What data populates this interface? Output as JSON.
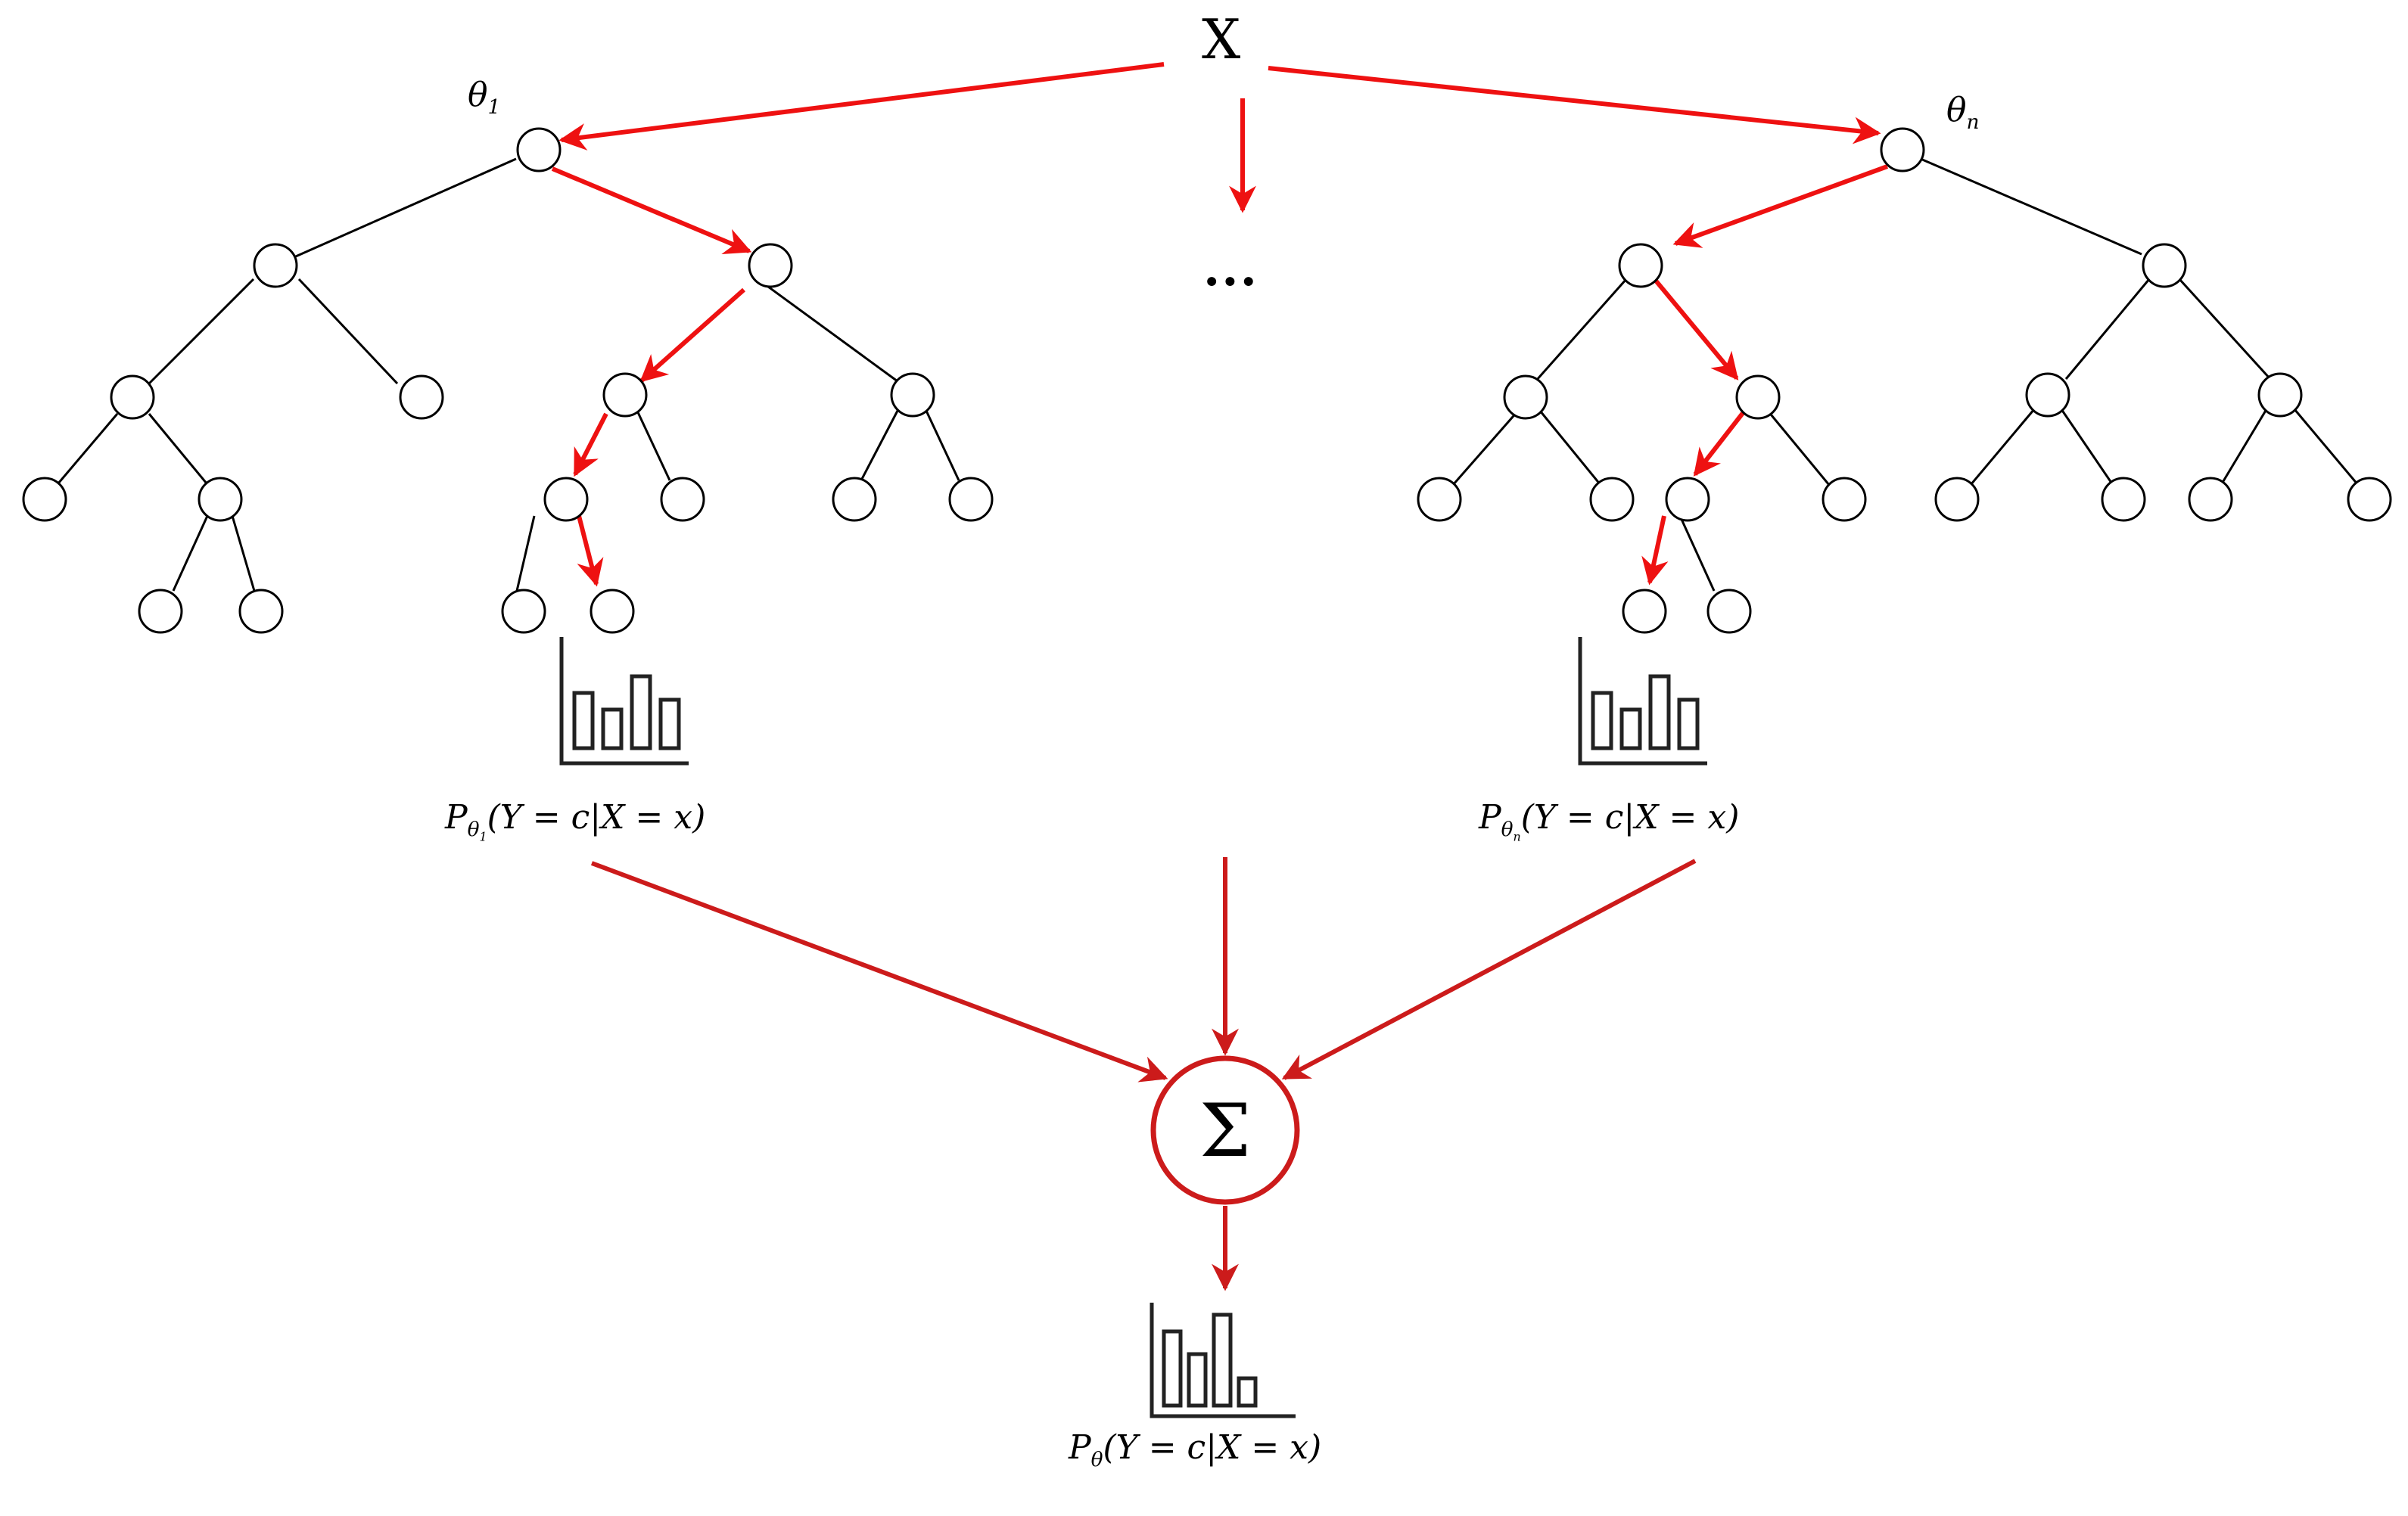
{
  "input_label": "X",
  "ellipsis": "...",
  "tree_first": {
    "param_sym": "θ",
    "param_sub": "1"
  },
  "tree_last": {
    "param_sym": "θ",
    "param_sub": "n"
  },
  "tree_first_output": {
    "prefix": "P",
    "param_sym": "θ",
    "param_sub": "1",
    "expr": "(Y = c|X = x)"
  },
  "tree_last_output": {
    "prefix": "P",
    "param_sym": "θ",
    "param_sub": "n",
    "expr": "(Y = c|X = x)"
  },
  "aggregator": {
    "symbol": "Σ"
  },
  "final_output": {
    "prefix": "P",
    "param_sym": "θ",
    "expr": "(Y = c|X = x)"
  },
  "colors": {
    "path": "#ee1111",
    "aggregate": "#cc1b1b",
    "edge": "#000000"
  }
}
